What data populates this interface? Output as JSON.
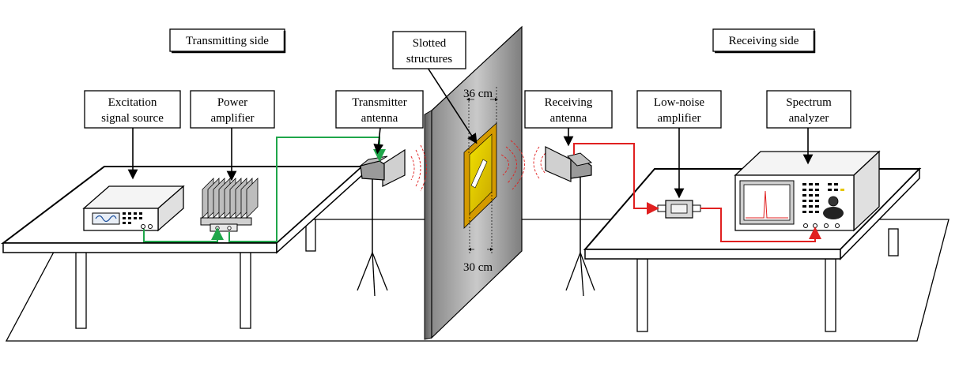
{
  "labels": {
    "transmitting_side": "Transmitting side",
    "receiving_side": "Receiving side",
    "slotted_1": "Slotted",
    "slotted_2": "structures",
    "excitation_1": "Excitation",
    "excitation_2": "signal source",
    "power_1": "Power",
    "power_2": "amplifier",
    "tx_1": "Transmitter",
    "tx_2": "antenna",
    "rx_1": "Receiving",
    "rx_2": "antenna",
    "lna_1": "Low-noise",
    "lna_2": "amplifier",
    "spec_1": "Spectrum",
    "spec_2": "analyzer",
    "dim_top": "36 cm",
    "dim_bottom": "30 cm"
  },
  "colors": {
    "tx_cable": "#1fa64a",
    "rx_cable": "#e02020",
    "wall": "#9a9a9a",
    "slot_plate": "#e6c700",
    "slot_frame": "#d49a00",
    "waves": "#e02020"
  },
  "icons": {
    "signal_source_display": "sine-wave-icon",
    "analyzer_knob": "knob-icon"
  }
}
